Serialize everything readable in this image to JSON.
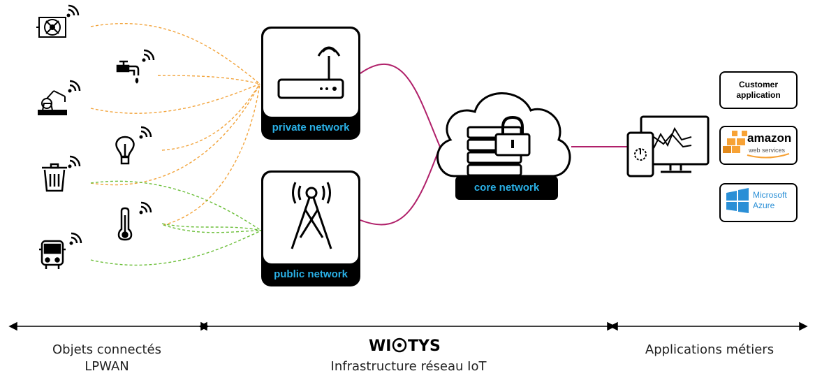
{
  "networks": {
    "private": {
      "label": "private network"
    },
    "public": {
      "label": "public network"
    },
    "core": {
      "label": "core network"
    }
  },
  "applications": {
    "customer": {
      "line1": "Customer",
      "line2": "application"
    },
    "amazon": {
      "name": "amazon",
      "sub": "web services"
    },
    "azure": {
      "line1": "Microsoft",
      "line2": "Azure"
    }
  },
  "bottom": {
    "left_line1": "Objets connectés",
    "left_line2": "LPWAN",
    "center_line1": "Infrastructure réseau IoT",
    "right_line1": "Applications métiers"
  },
  "logo": {
    "left": "WI",
    "right": "TYS"
  },
  "colors": {
    "private_link": "#f2a33a",
    "public_link": "#6cbf3a",
    "core_link": "#b0206a",
    "label_bg": "#000000",
    "label_text": "#2ab0e6"
  },
  "icons": [
    "fan-icon",
    "robot-arm-icon",
    "trash-icon",
    "bus-icon",
    "faucet-icon",
    "lightbulb-icon",
    "thermometer-icon",
    "router-icon",
    "antenna-tower-icon",
    "cloud-server-lock-icon",
    "devices-icon",
    "amazon-logo-icon",
    "azure-logo-icon"
  ]
}
